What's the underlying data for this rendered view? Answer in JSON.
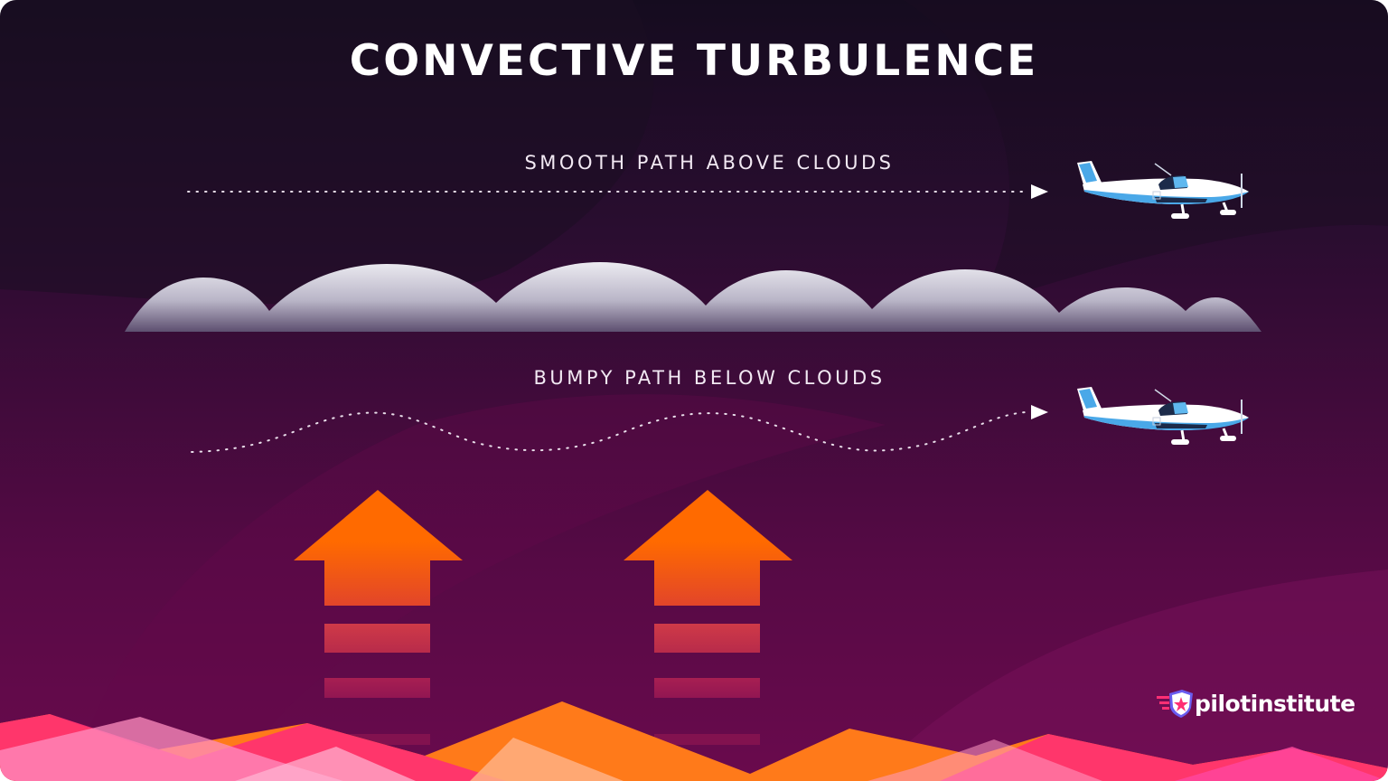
{
  "title": "CONVECTIVE TURBULENCE",
  "paths": {
    "smooth": "SMOOTH PATH ABOVE CLOUDS",
    "bumpy": "BUMPY PATH BELOW CLOUDS"
  },
  "brand": {
    "name": "pilotinstitute"
  },
  "colors": {
    "arrow": "#ff6a00",
    "cloud": "#d9d6e2",
    "plane_accent": "#4aa8e8",
    "background": "#2a0d30"
  },
  "icons": [
    "airplane-icon",
    "updraft-arrow-icon",
    "cloud-icon",
    "pilot-institute-logo"
  ]
}
